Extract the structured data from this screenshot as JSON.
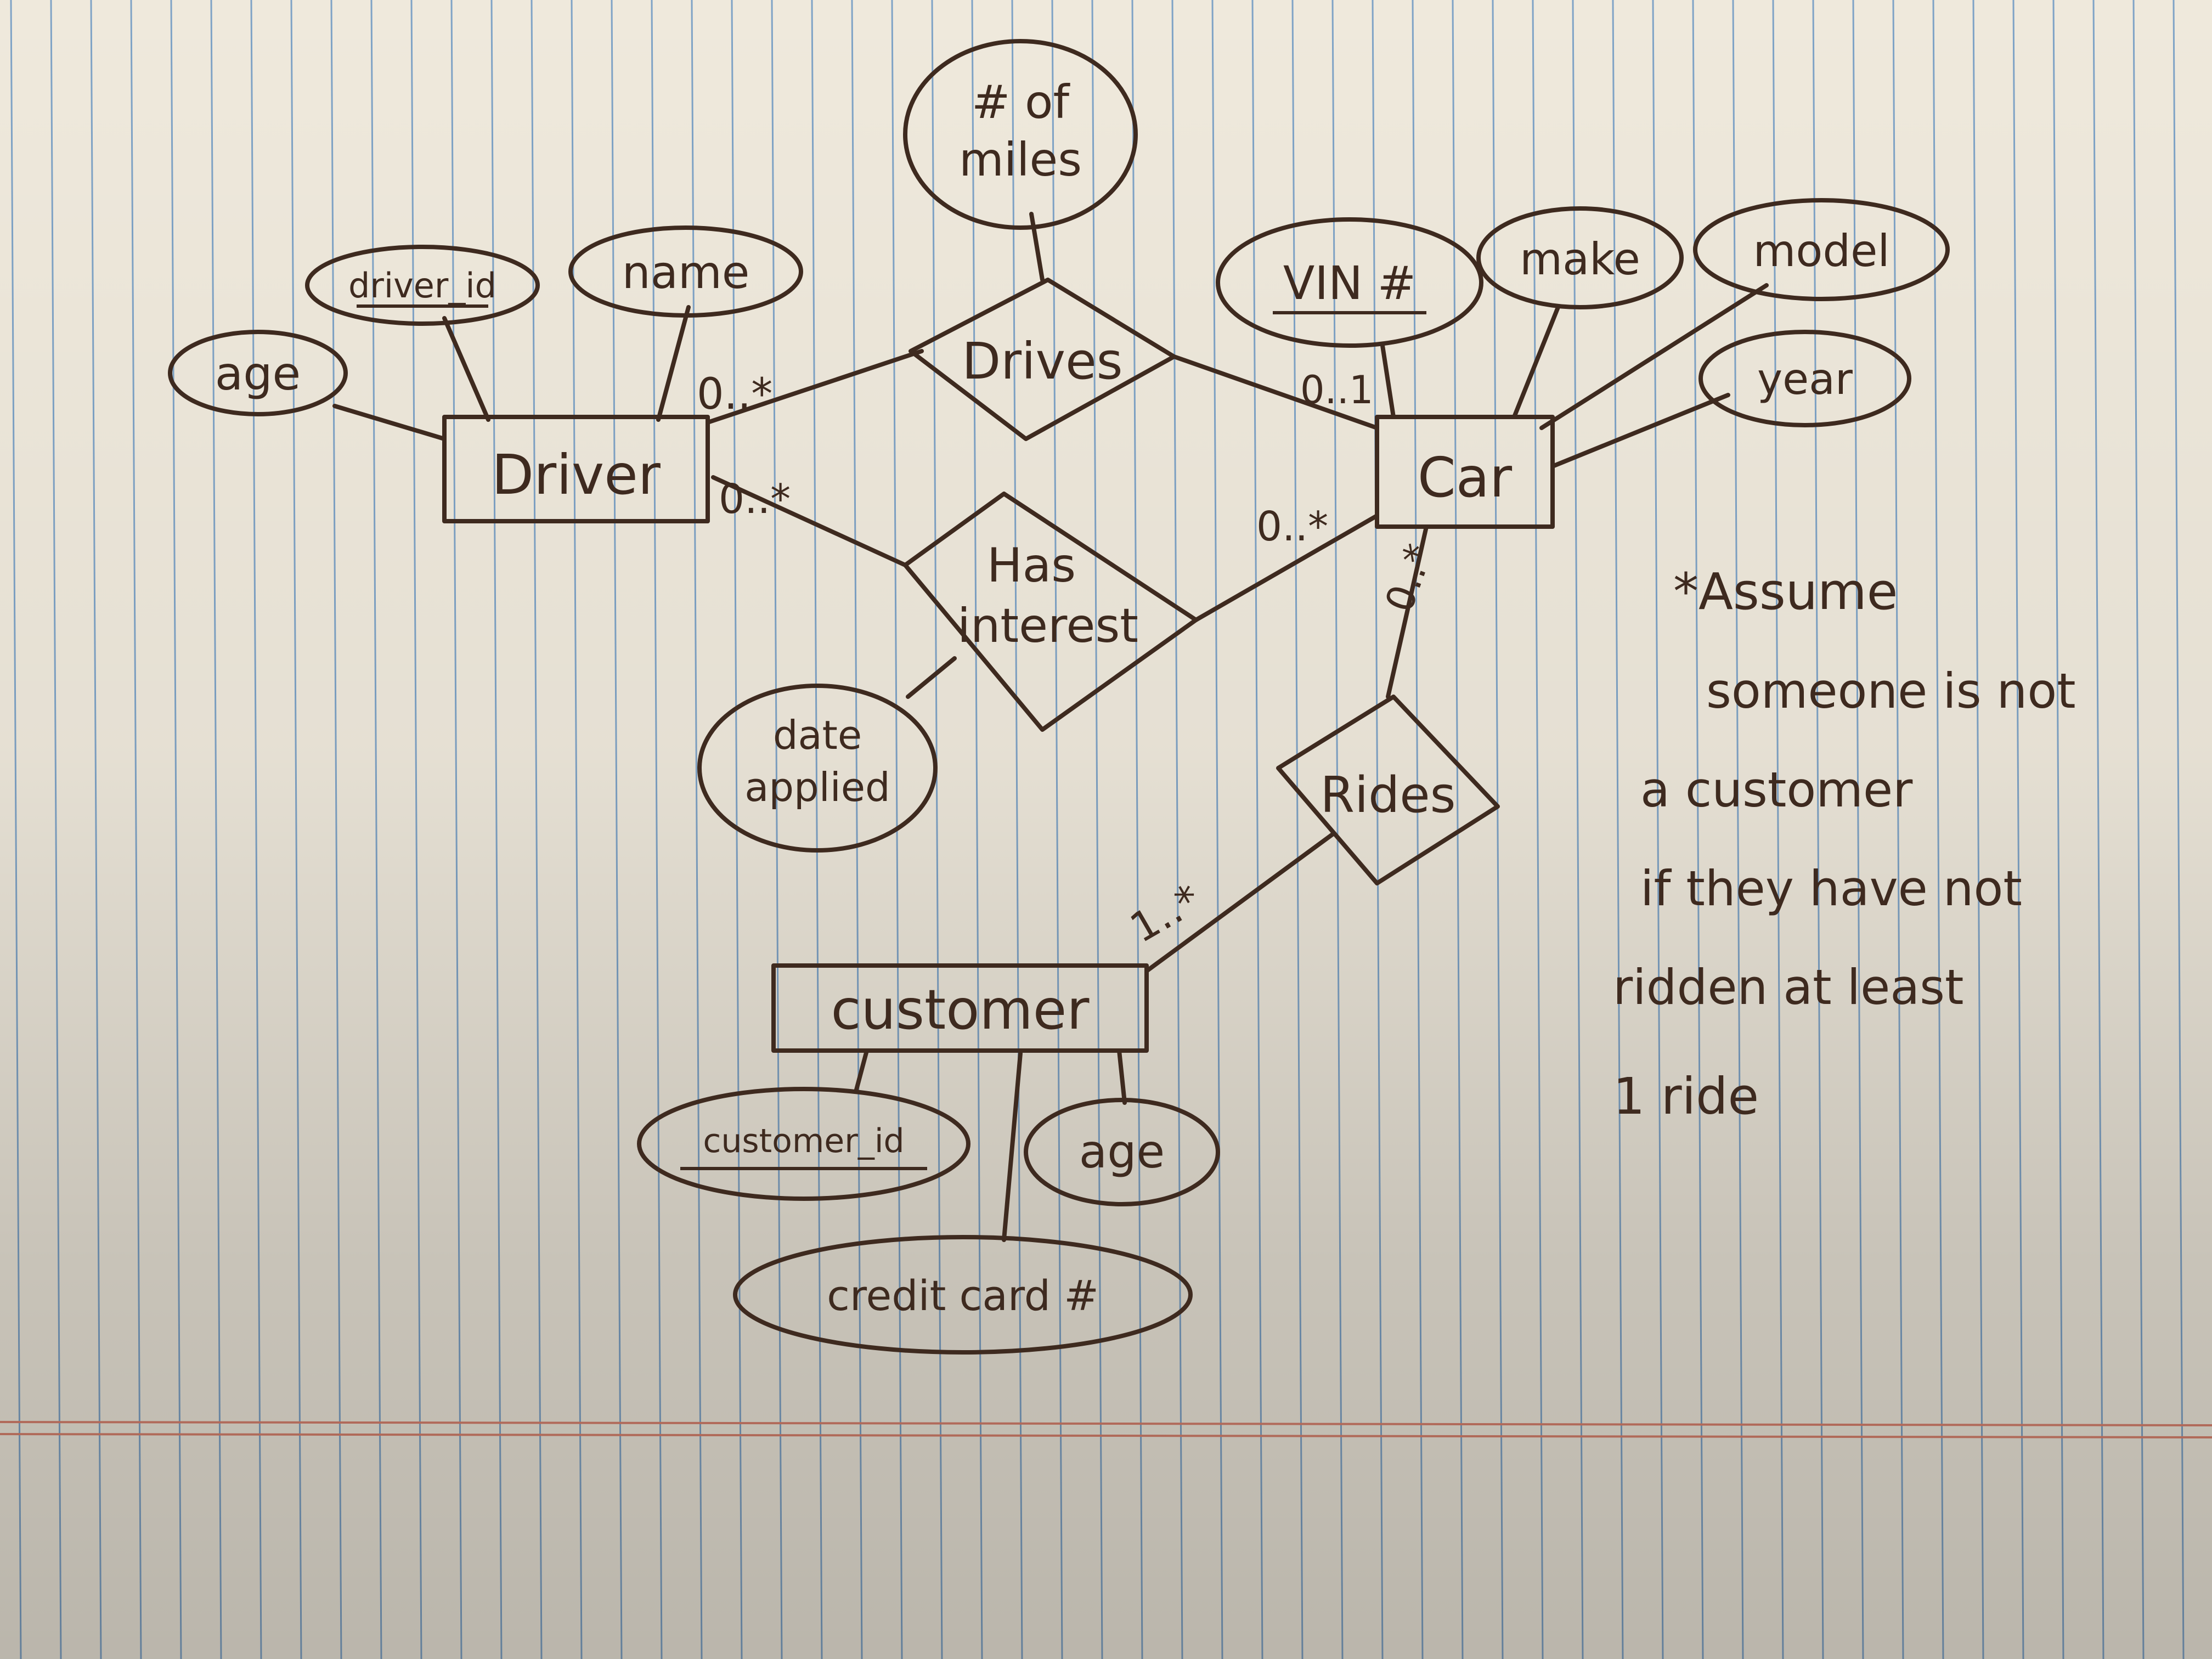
{
  "entities": {
    "driver": "Driver",
    "car": "Car",
    "customer": "customer"
  },
  "relationships": {
    "drives": "Drives",
    "has_interest_line1": "Has",
    "has_interest_line2": "interest",
    "rides": "Rides"
  },
  "attributes": {
    "driver_age": "age",
    "driver_id": "driver_id",
    "driver_name": "name",
    "miles_line1": "# of",
    "miles_line2": "miles",
    "vin": "VIN #",
    "make": "make",
    "model": "model",
    "year": "year",
    "date_applied_line1": "date",
    "date_applied_line2": "applied",
    "customer_id": "customer_id",
    "customer_age": "age",
    "credit_card": "credit card #"
  },
  "cardinalities": {
    "driver_drives": "0..*",
    "car_drives": "0..1",
    "driver_interest": "0..*",
    "car_interest": "0..*",
    "car_rides": "0..*",
    "customer_rides": "1..*"
  },
  "note": {
    "line1": "*Assume",
    "line2": "someone is not",
    "line3": "a customer",
    "line4": "if they have not",
    "line5": "ridden at least",
    "line6": "1 ride"
  },
  "colors": {
    "paper": "#efe9dc",
    "ruled_line": "#7fa3c6",
    "margin_line": "#d9826e",
    "ink": "#3e2a1f",
    "shadow": "#a89f90"
  }
}
